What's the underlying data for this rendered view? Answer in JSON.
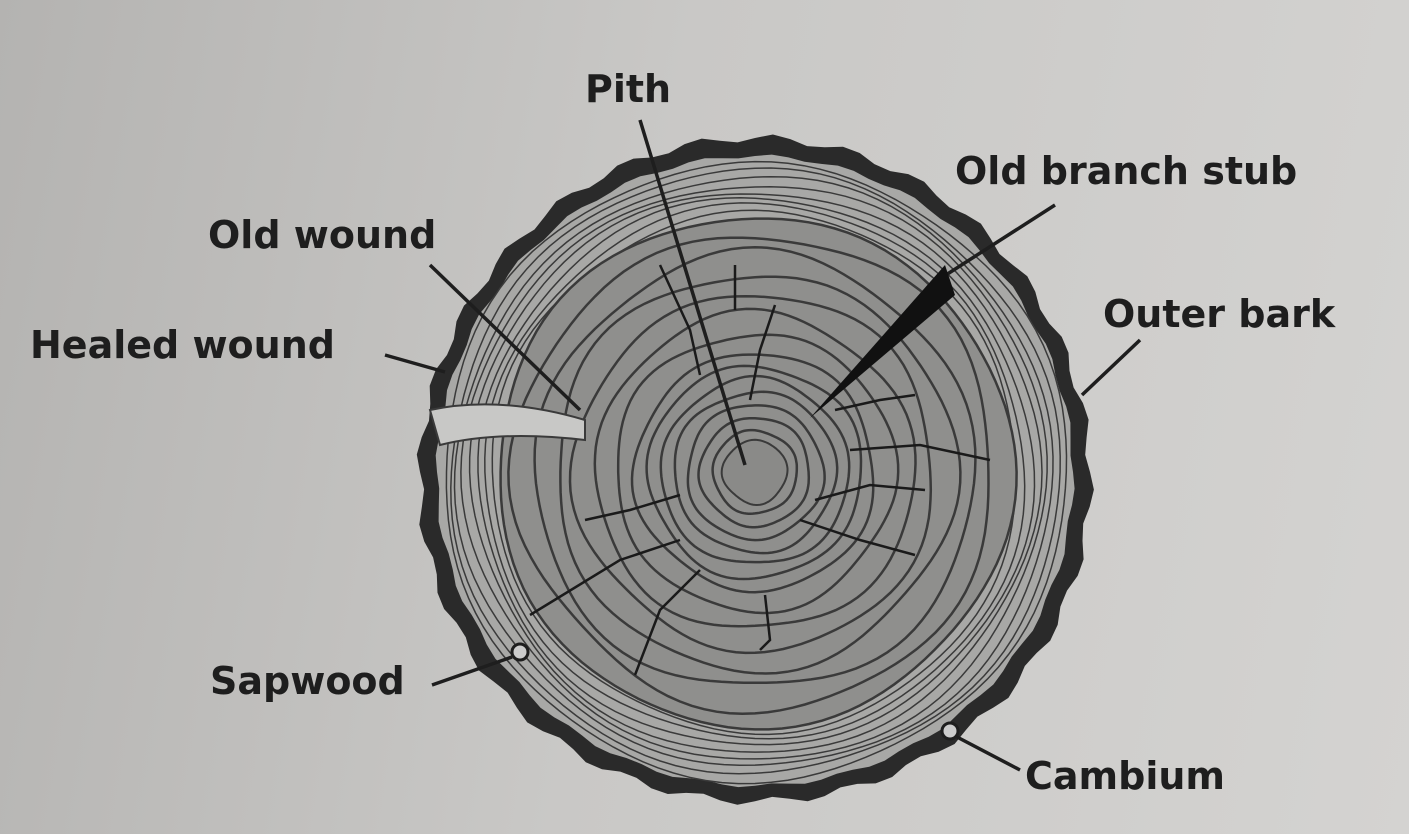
{
  "title": "Tree cross-section",
  "labels": {
    "pith": "Pith",
    "old_branch_stub": "Old branch stub",
    "old_wound": "Old wound",
    "outer_bark": "Outer bark",
    "healed_wound": "Healed wound",
    "sapwood": "Sapwood",
    "cambium": "Cambium"
  },
  "colors": {
    "bark": "#2a2a2a",
    "wood": "#8f8f8d",
    "ring": "#3a3a3a",
    "sapwood": "#a8a8a6"
  }
}
